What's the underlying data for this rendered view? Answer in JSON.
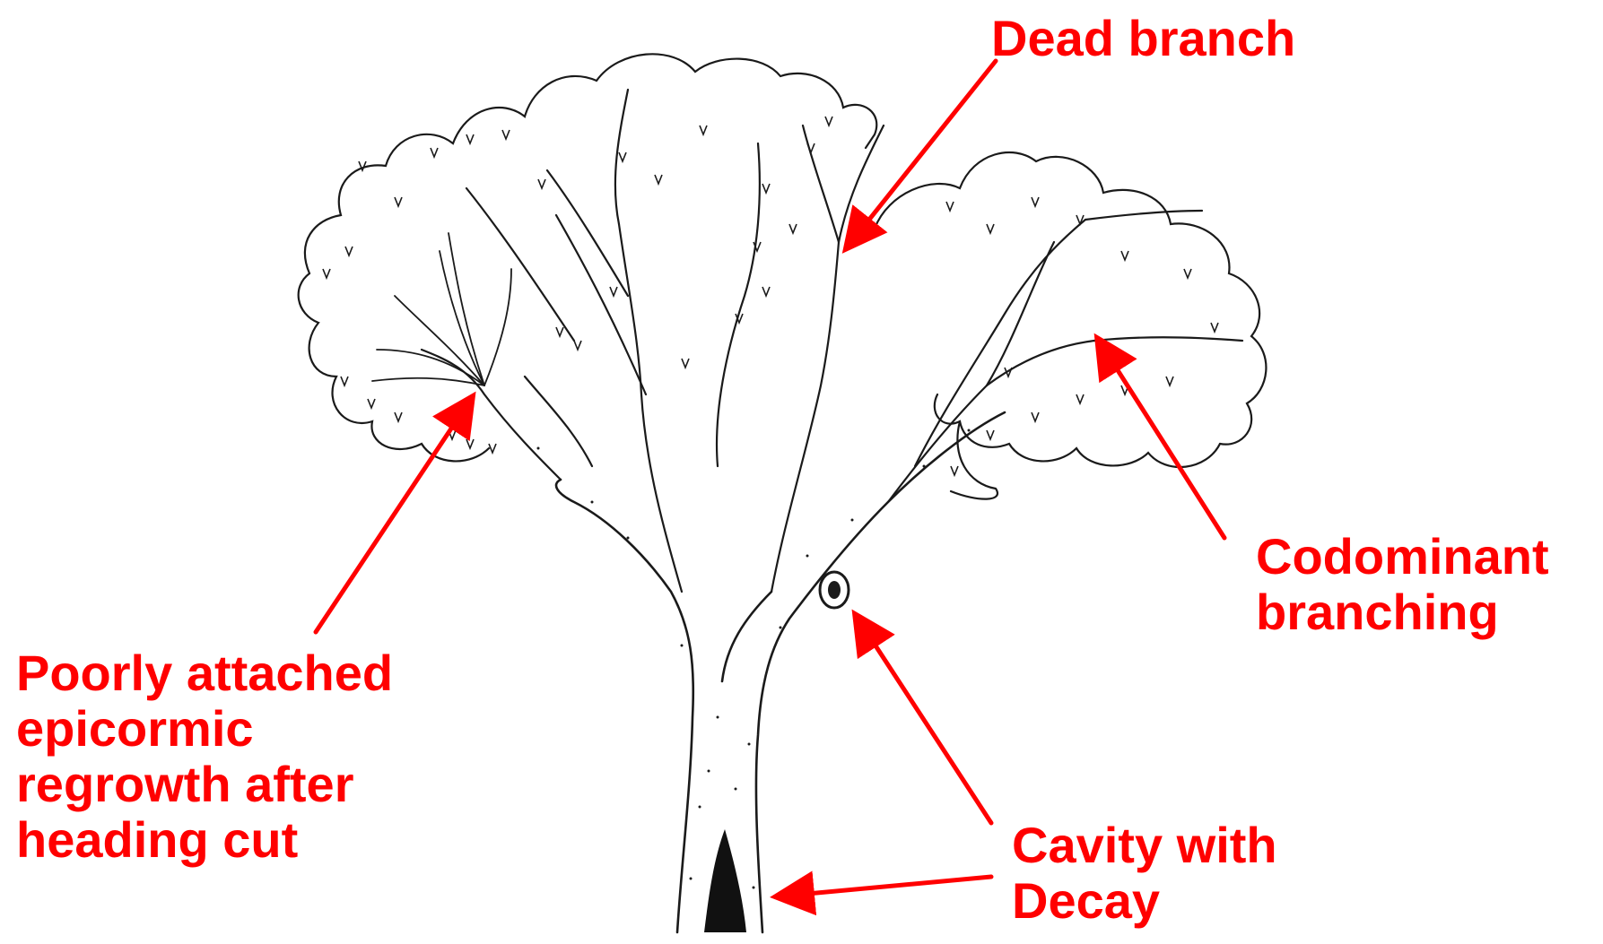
{
  "colors": {
    "annotation": "#ff0000",
    "ink": "#1a1a1a",
    "background": "#ffffff",
    "cavity_fill": "#111111"
  },
  "labels": {
    "dead_branch": [
      "Dead branch"
    ],
    "codominant": [
      "Codominant",
      "branching"
    ],
    "cavity": [
      "Cavity with",
      "Decay"
    ],
    "epicormic": [
      "Poorly attached",
      "epicormic",
      "regrowth after",
      "heading cut"
    ]
  },
  "illustration": {
    "subject": "tree-line-drawing"
  }
}
